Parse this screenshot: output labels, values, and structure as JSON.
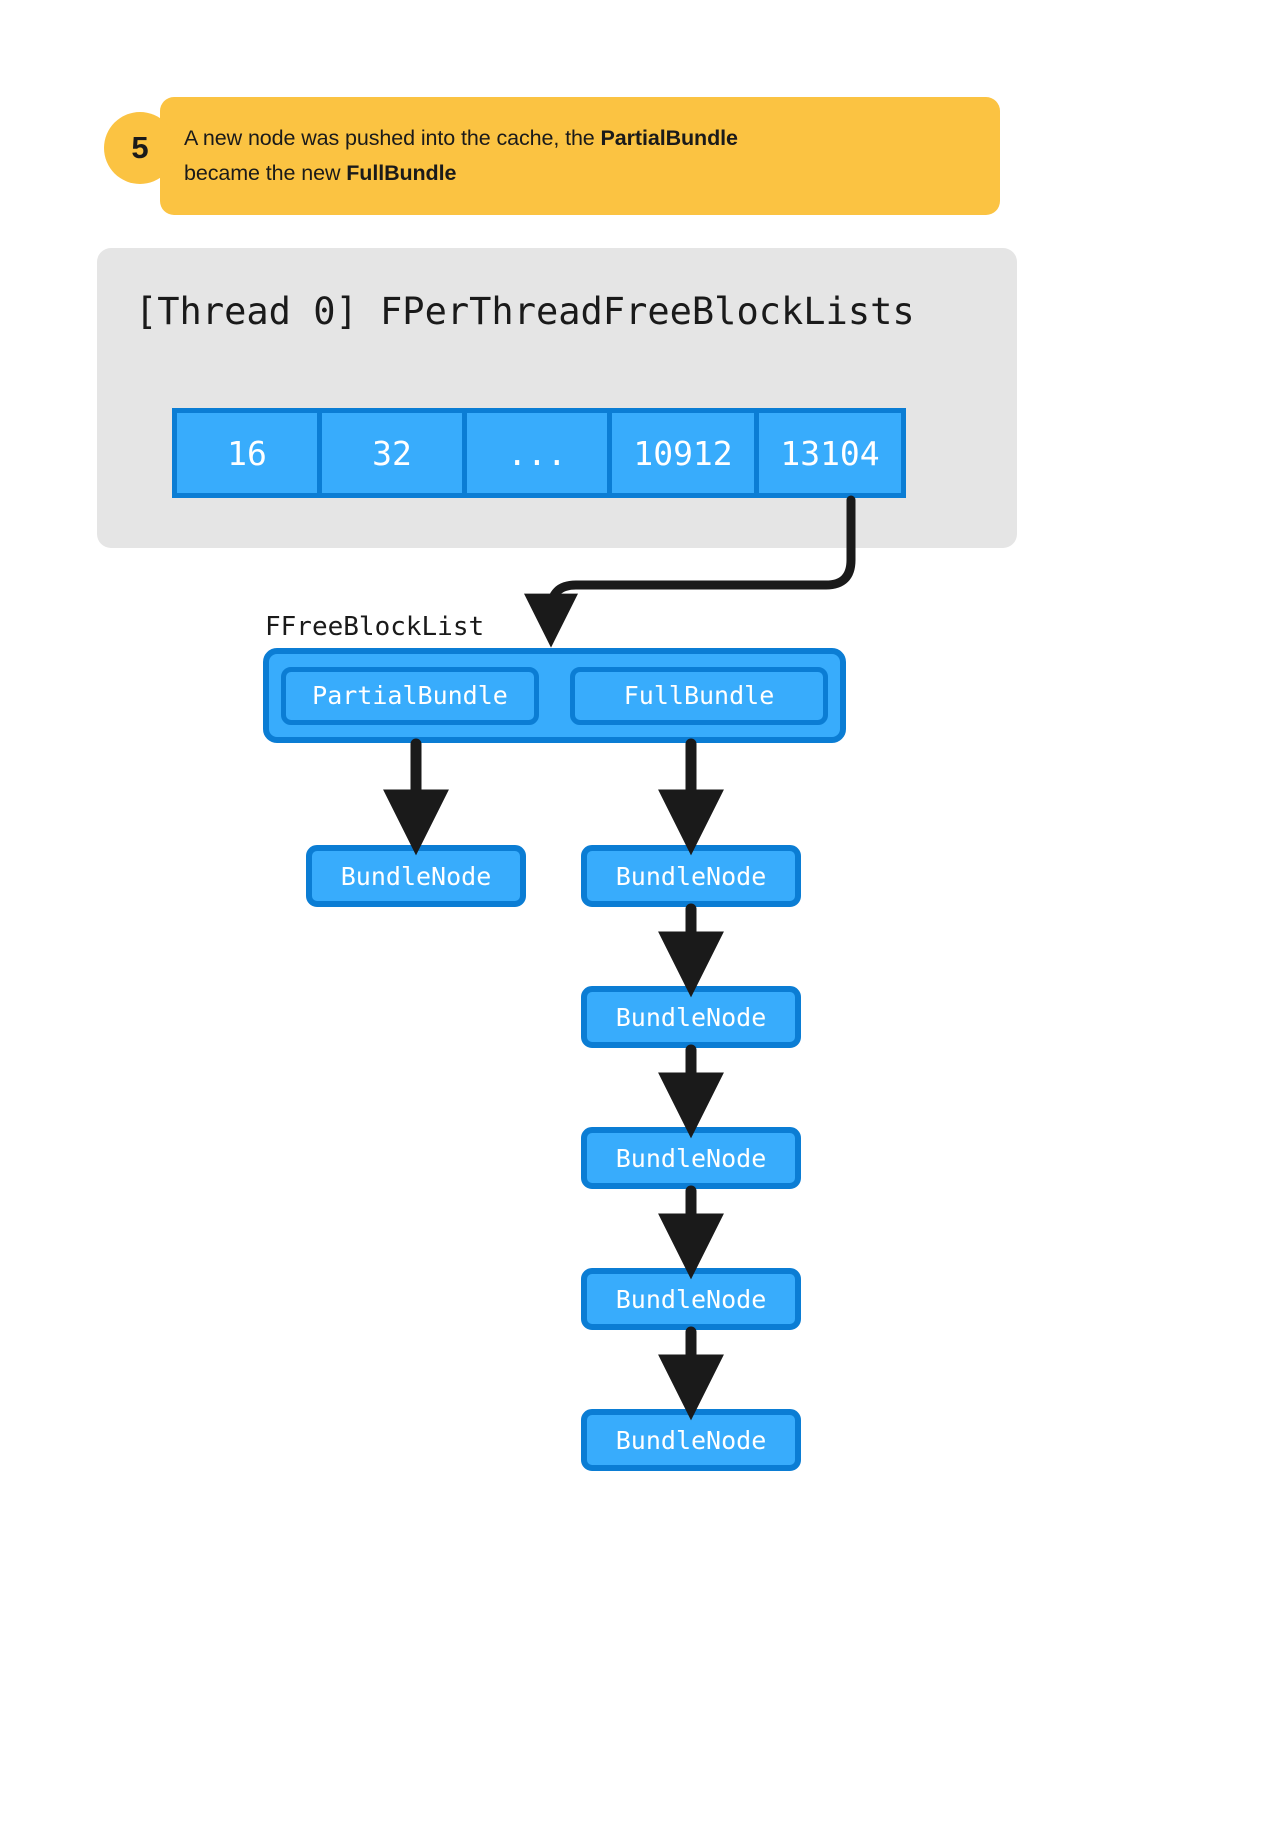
{
  "banner": {
    "step_number": "5",
    "text_parts": [
      {
        "t": "A new node was pushed into the cache, the ",
        "bold": false
      },
      {
        "t": "PartialBundle",
        "bold": true
      },
      {
        "t": " became the new ",
        "bold": false
      },
      {
        "t": "FullBundle",
        "bold": true
      }
    ],
    "line1_prefix": "A new node was pushed into the cache, the ",
    "line1_bold": "PartialBundle",
    "line2_prefix": "became the new ",
    "line2_bold": "FullBundle",
    "background_color": "#FBC342"
  },
  "panel": {
    "title": "[Thread 0] FPerThreadFreeBlockLists",
    "background_color": "#E5E5E5",
    "cells": [
      "16",
      "32",
      "...",
      "10912",
      "13104"
    ]
  },
  "free_block_list": {
    "label": "FFreeBlockList",
    "slots": [
      {
        "label": "PartialBundle",
        "name": "partial-bundle"
      },
      {
        "label": "FullBundle",
        "name": "full-bundle"
      }
    ]
  },
  "chains": {
    "partial_chain": [
      {
        "label": "BundleNode"
      }
    ],
    "full_chain": [
      {
        "label": "BundleNode"
      },
      {
        "label": "BundleNode"
      },
      {
        "label": "BundleNode"
      },
      {
        "label": "BundleNode"
      },
      {
        "label": "BundleNode"
      }
    ]
  },
  "colors": {
    "node_fill": "#38ACFC",
    "node_border": "#0B7DD4",
    "panel_gray": "#E5E5E5",
    "accent_amber": "#FBC342",
    "arrow": "#1A1A1A",
    "text_light": "#FFFFFF",
    "text_dark": "#1A1A1A"
  }
}
